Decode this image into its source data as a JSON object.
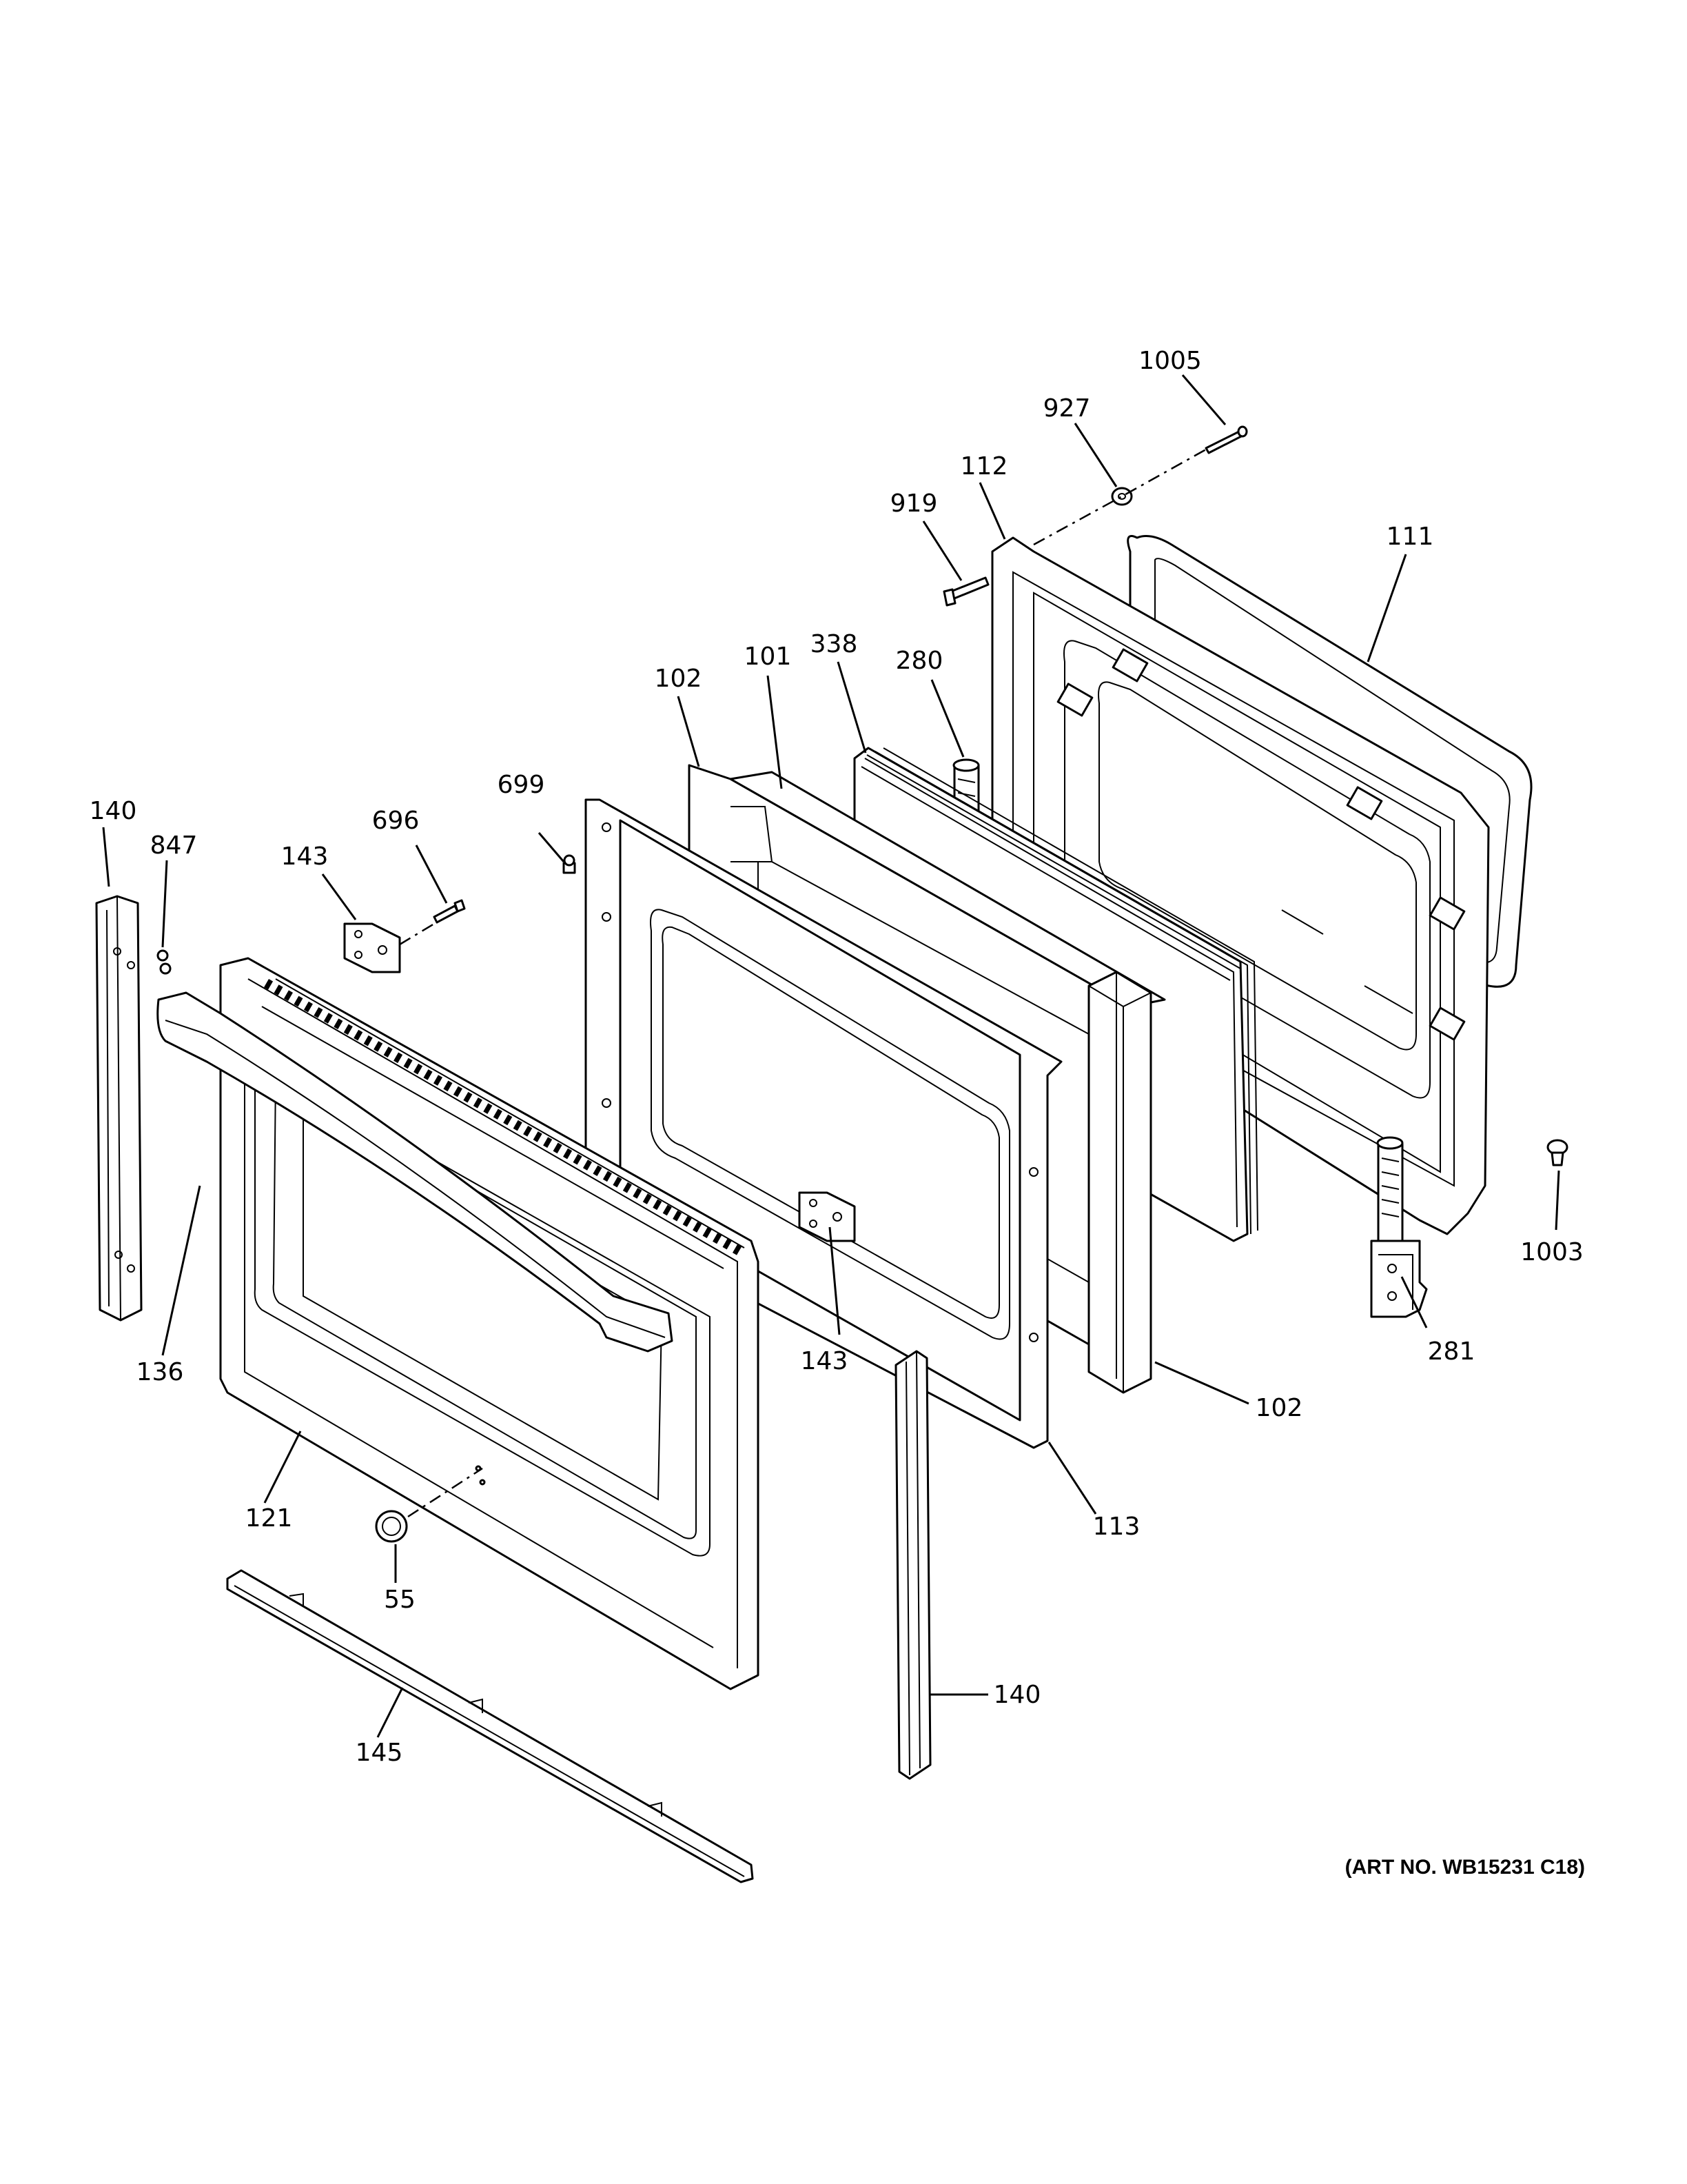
{
  "diagram": {
    "art_number": "(ART NO. WB15231 C18)",
    "callouts": {
      "c1005": "1005",
      "c927": "927",
      "c112": "112",
      "c919": "919",
      "c111": "111",
      "c338": "338",
      "c280": "280",
      "c101": "101",
      "c102_top": "102",
      "c699": "699",
      "c140_left": "140",
      "c847": "847",
      "c696": "696",
      "c143_left": "143",
      "c143_center": "143",
      "c136": "136",
      "c121": "121",
      "c55": "55",
      "c145": "145",
      "c140_bottom": "140",
      "c113": "113",
      "c102_right": "102",
      "c281": "281",
      "c1003": "1003"
    }
  }
}
